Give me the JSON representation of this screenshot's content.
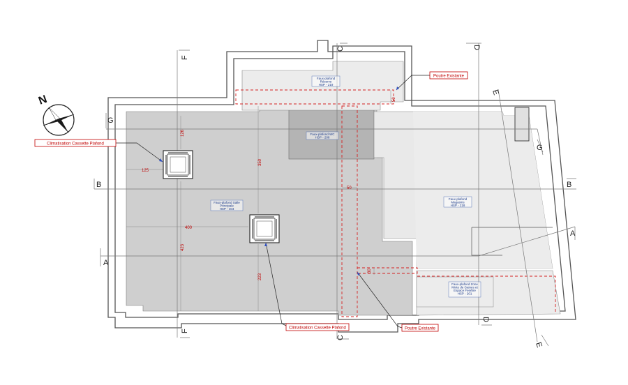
{
  "north_label": "N",
  "colors": {
    "zone_dark": "#cdcdcd",
    "zone_mid": "#b6b6b6",
    "zone_light": "#ececec",
    "beam": "#d42020",
    "tag": "#c00000"
  },
  "grid_labels": {
    "A": "A",
    "B": "B",
    "C": "C",
    "D": "D",
    "E": "E",
    "F": "F",
    "G": "G"
  },
  "zones": {
    "reserve": {
      "l1": "Faux-plafond",
      "l2": "Réserve",
      "l3": "HSP - 219"
    },
    "wc": {
      "l1": "Faux-plafond WC",
      "l2": "HSP - 208"
    },
    "salle": {
      "l1": "Faux-plafond Salle",
      "l2": "Principale",
      "l3": "HSP - 404"
    },
    "magasin": {
      "l1": "Faux-plafond",
      "l2": "Magasins",
      "l3": "HSP - 218"
    },
    "zone_mixte": {
      "l1": "Faux-plafond Zone",
      "l2": "Mixte de Gaines et",
      "l3": "Espace Fenêtre",
      "l4": "HSP - 201"
    }
  },
  "tags": {
    "clim_left": "Climatisation Cassette Plafond",
    "clim_bottom": "Climatisation Cassette Plafond",
    "poutre_top": "Poutre Existante",
    "poutre_bottom": "Poutre Existante"
  },
  "dims": {
    "d126": "126",
    "d125": "125",
    "d90a": "90",
    "d350": "350",
    "d400": "400",
    "d90b": "90",
    "d423": "423",
    "d223": "223",
    "d50a": "50",
    "d50b": "50",
    "d30": "30"
  }
}
